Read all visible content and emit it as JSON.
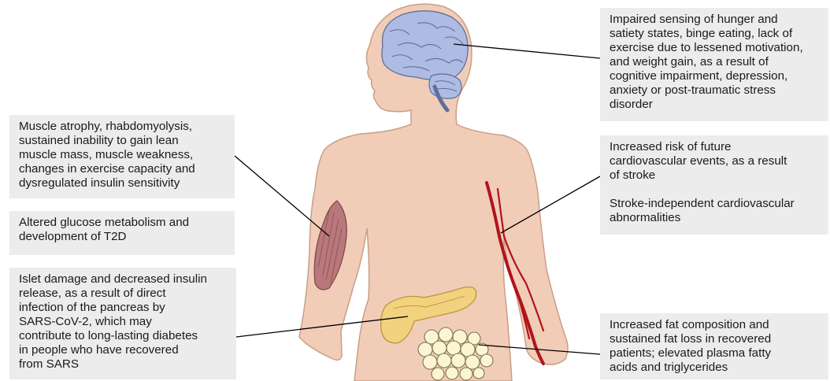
{
  "colors": {
    "skin": "#f1cdb8",
    "skin_outline": "#c99e88",
    "brain": "#aebbe3",
    "box_bg": "#ececec",
    "vessel": "#b3121c",
    "muscle": "#b9787b",
    "pancreas": "#f2d27e",
    "fat": "#fbf5d2",
    "leader": "#000000"
  },
  "boxes": {
    "brain": {
      "line1": "Impaired sensing of hunger and",
      "line2": "satiety states, binge eating, lack of",
      "line3": "exercise due to lessened motivation,",
      "line4": "and weight gain, as a result of",
      "line5": "cognitive impairment, depression,",
      "line6": "anxiety or post-traumatic stress",
      "line7": "disorder"
    },
    "muscle": {
      "line1": "Muscle atrophy, rhabdomyolysis,",
      "line2": "sustained inability to gain lean",
      "line3": "muscle mass, muscle weakness,",
      "line4": "changes in exercise capacity and",
      "line5": "dysregulated insulin sensitivity"
    },
    "glucose": {
      "line1": "Altered glucose metabolism and",
      "line2": "development of T2D"
    },
    "pancreas": {
      "line1": "Islet damage and decreased insulin",
      "line2": "release, as a result of direct",
      "line3": "infection of the pancreas by",
      "line4": "SARS-CoV-2, which may",
      "line5": "contribute to long-lasting diabetes",
      "line6": "in people who have recovered",
      "line7": "from SARS"
    },
    "cardio": {
      "line1": "Increased risk of future",
      "line2": "cardiovascular events, as a result",
      "line3": "of stroke",
      "line4": "Stroke-independent cardiovascular",
      "line5": "abnormalities"
    },
    "fat": {
      "line1": "Increased fat composition and",
      "line2": "sustained fat loss in recovered",
      "line3": "patients; elevated plasma fatty",
      "line4": "acids and triglycerides"
    }
  }
}
